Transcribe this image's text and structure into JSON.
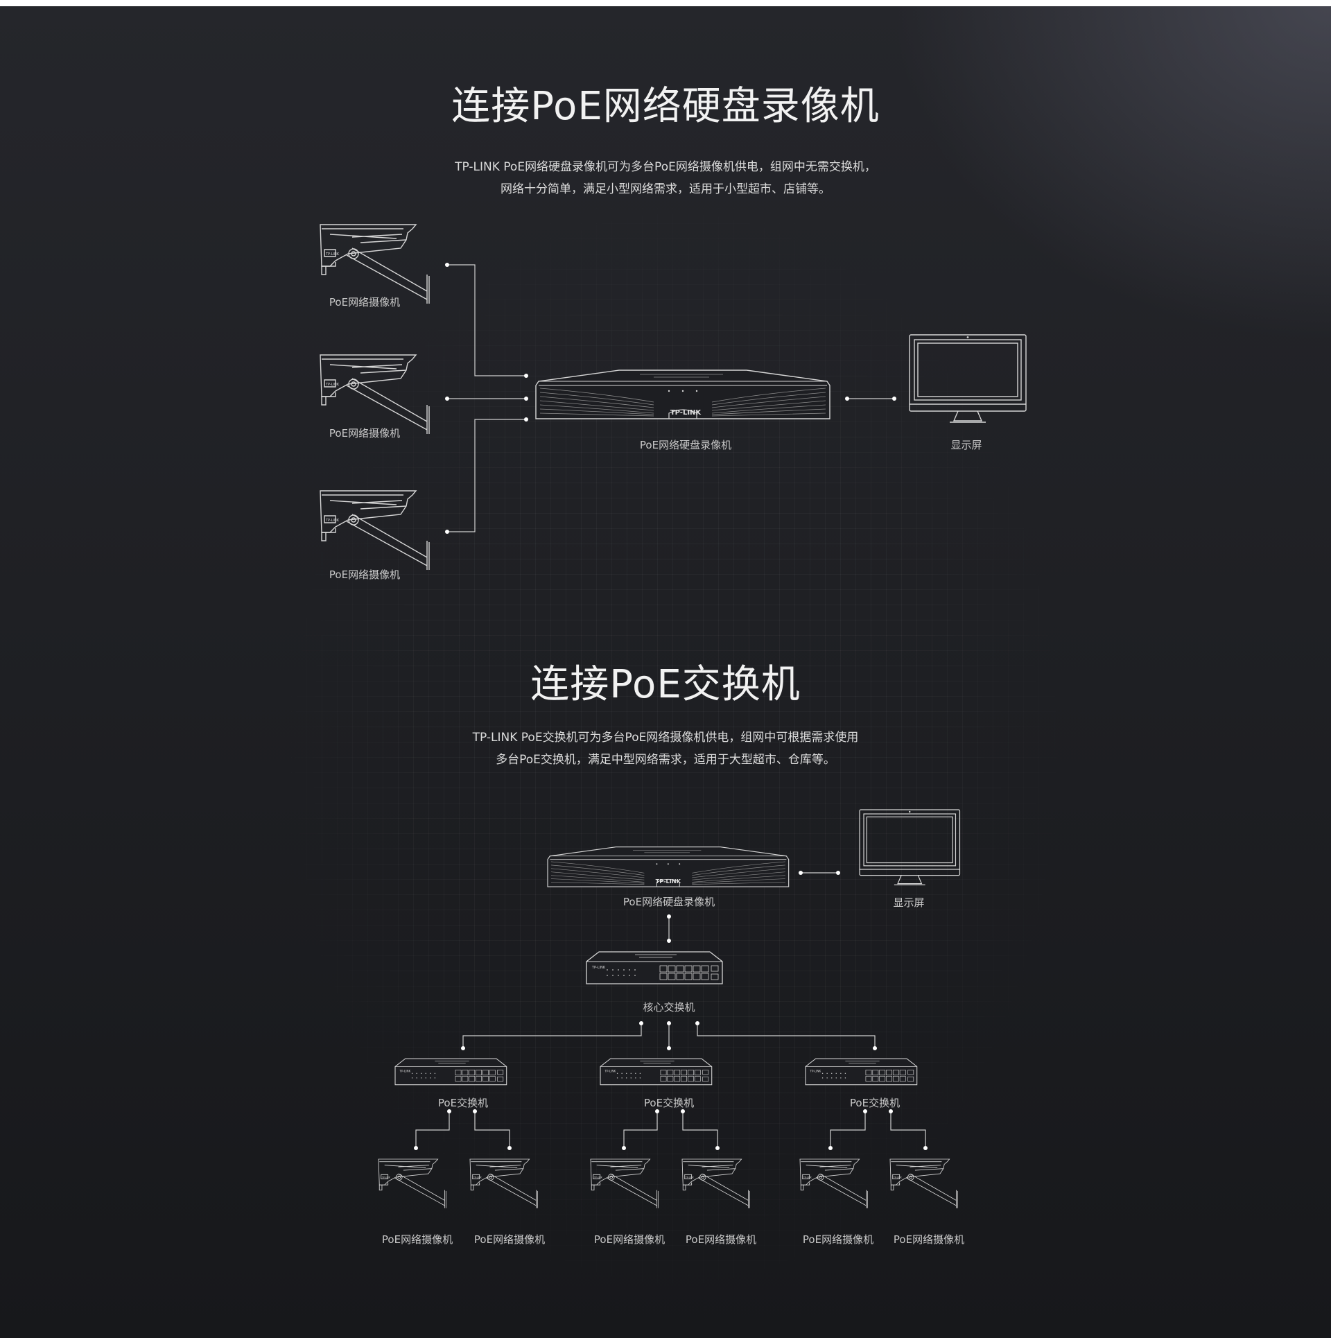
{
  "section1": {
    "title": "连接PoE网络硬盘录像机",
    "desc_line1": "TP-LINK PoE网络硬盘录像机可为多台PoE网络摄像机供电，组网中无需交换机，",
    "desc_line2": "网络十分简单，满足小型网络需求，适用于小型超市、店铺等。",
    "camera_labels": [
      "PoE网络摄像机",
      "PoE网络摄像机",
      "PoE网络摄像机"
    ],
    "nvr_label": "PoE网络硬盘录像机",
    "monitor_label": "显示屏"
  },
  "section2": {
    "title": "连接PoE交换机",
    "desc_line1": "TP-LINK PoE交换机可为多台PoE网络摄像机供电，组网中可根据需求使用",
    "desc_line2": "多台PoE交换机，满足中型网络需求，适用于大型超市、仓库等。",
    "nvr_label": "PoE网络硬盘录像机",
    "monitor_label": "显示屏",
    "core_switch_label": "核心交换机",
    "poe_switch_labels": [
      "PoE交换机",
      "PoE交换机",
      "PoE交换机"
    ],
    "camera_labels": [
      "PoE网络摄像机",
      "PoE网络摄像机",
      "PoE网络摄像机",
      "PoE网络摄像机",
      "PoE网络摄像机",
      "PoE网络摄像机"
    ]
  },
  "device_brand": "TP-LINK",
  "colors": {
    "background": "#1f2024",
    "line": "#d0d0d0",
    "text": "#f2f2f2"
  }
}
